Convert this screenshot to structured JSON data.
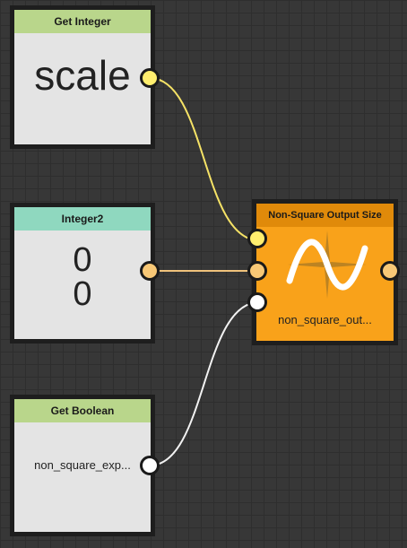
{
  "colors": {
    "int_header": "#b9d68b",
    "vec_header": "#8fd8bf",
    "bool_header": "#b9d68b",
    "op_header": "#e08a0a",
    "op_body": "#f9a21a",
    "node_body": "#e4e4e4",
    "int_port": "#ffee6e",
    "vec_port": "#f8c876",
    "bool_port": "#ffffff",
    "out_port": "#f8c876",
    "wire_int": "#f5e266",
    "wire_vec": "#f0c27b",
    "wire_bool": "#f2f2f2"
  },
  "nodes": {
    "get_integer": {
      "title": "Get Integer",
      "value": "scale"
    },
    "integer2": {
      "title": "Integer2",
      "x_value": "0",
      "y_value": "0"
    },
    "get_boolean": {
      "title": "Get Boolean",
      "value": "non_square_exp..."
    },
    "non_square_output_size": {
      "title": "Non-Square Output Size",
      "subtitle": "non_square_out...",
      "icon": "sine-wave-icon"
    }
  }
}
